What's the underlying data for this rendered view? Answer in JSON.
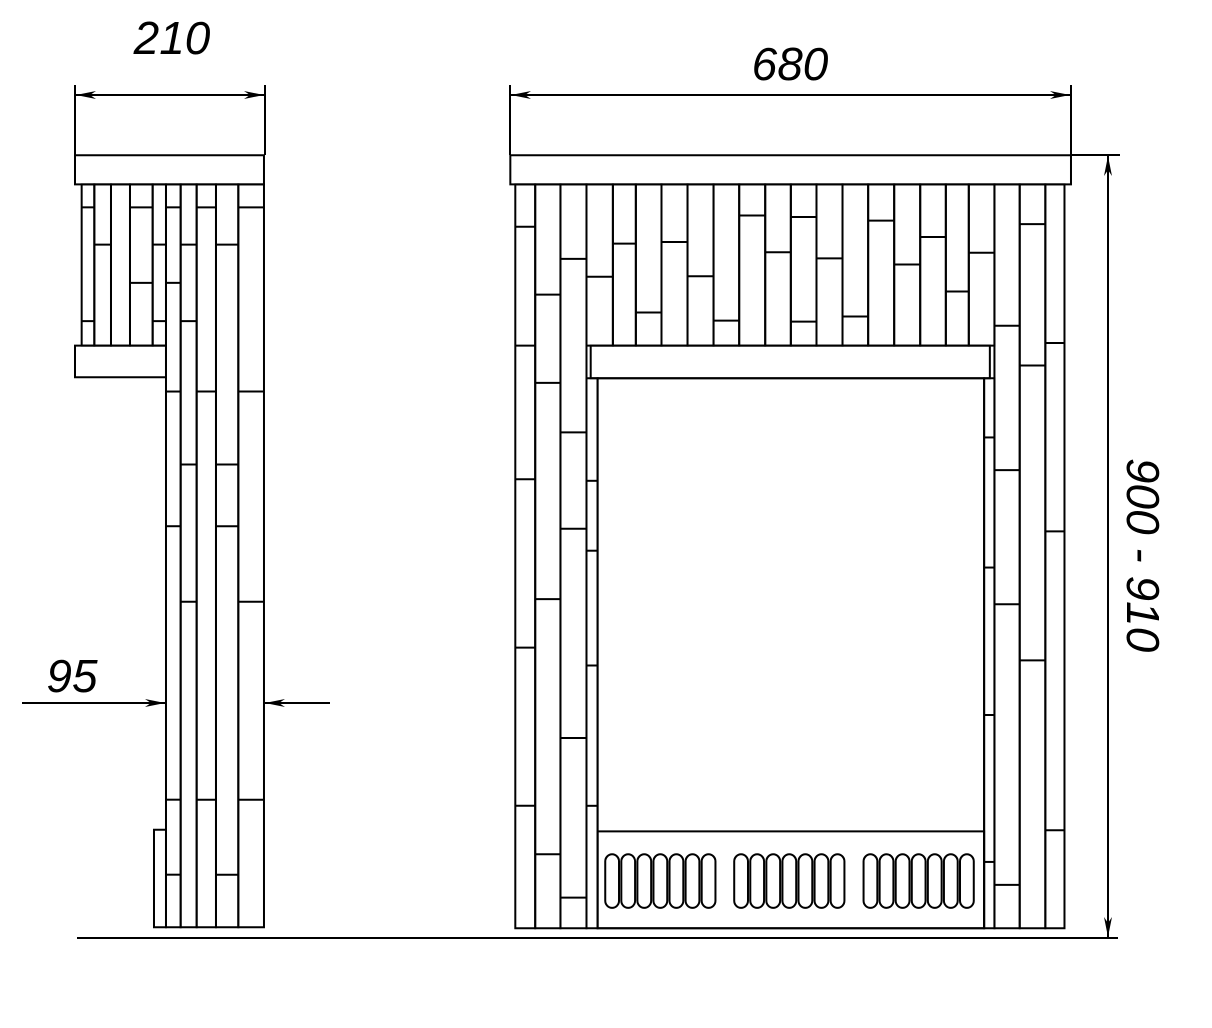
{
  "dimensions": {
    "side_depth": "210",
    "front_width": "680",
    "wall_thickness": "95",
    "height": "900 - 910"
  },
  "colors": {
    "line": "#000000",
    "background": "#ffffff"
  }
}
